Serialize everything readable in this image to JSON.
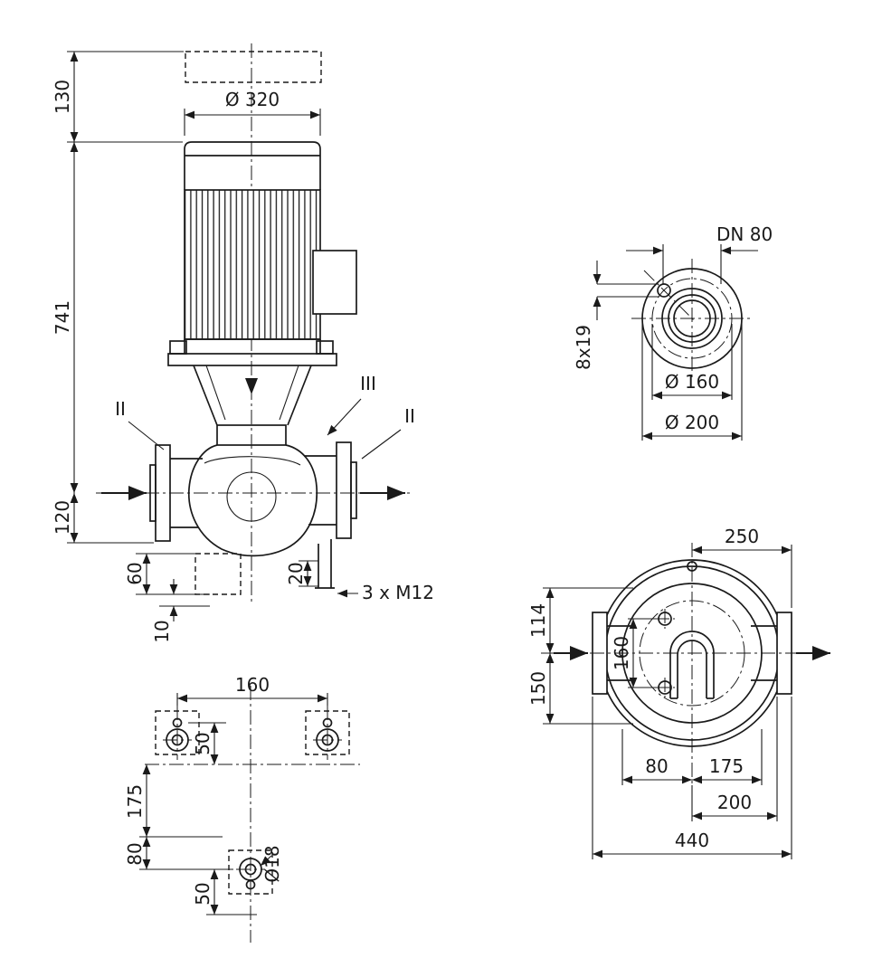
{
  "drawing": {
    "front_view": {
      "dia_motor": "Ø 320",
      "dim_removal_clearance": "130",
      "dim_total_height": "741",
      "dim_axis_to_base": "120",
      "dim_foot_height": "60",
      "dim_grout": "10",
      "dim_drain_offset": "20",
      "note_tappings": "3 x M12",
      "section_left": "II",
      "section_mid": "III",
      "section_right": "II"
    },
    "flange_view": {
      "nominal_bore": "DN 80",
      "bolt_holes": "8x19",
      "bolt_circle": "Ø 160",
      "flange_od": "Ø 200"
    },
    "foot_view": {
      "hole_spacing": "160",
      "offset_upper": "50",
      "dim_175": "175",
      "dim_80": "80",
      "offset_lower": "50",
      "hole_dia": "Ø18"
    },
    "top_view": {
      "dim_250": "250",
      "dim_114": "114",
      "dim_160": "160",
      "dim_150": "150",
      "dim_80": "80",
      "dim_175": "175",
      "dim_200": "200",
      "dim_440": "440"
    },
    "colors": {
      "line": "#1a1a1a",
      "background": "#ffffff"
    }
  }
}
